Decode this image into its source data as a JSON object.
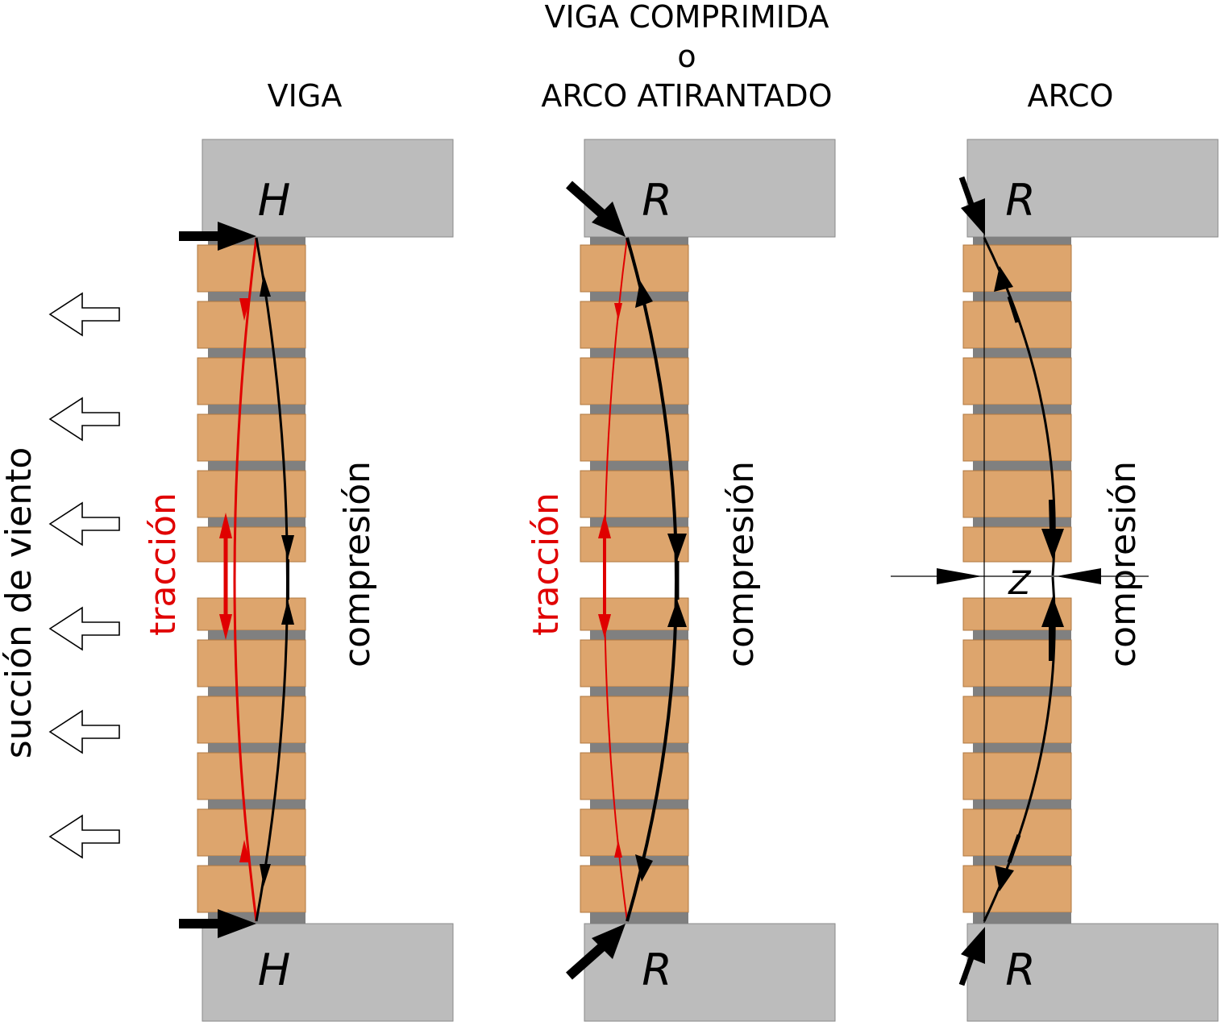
{
  "titles": {
    "viga": "VIGA",
    "viga_comprimida_line1": "VIGA COMPRIMIDA",
    "viga_comprimida_line2": "o",
    "viga_comprimida_line3": "ARCO ATIRANTADO",
    "arco": "ARCO"
  },
  "support_labels": {
    "viga_top": "H",
    "viga_bottom": "H",
    "comprimida_top": "R",
    "comprimida_bottom": "R",
    "arco_top": "R",
    "arco_bottom": "R"
  },
  "force_labels": {
    "viga_tension": "tracción",
    "viga_compression": "compresión",
    "comprimida_tension": "tracción",
    "comprimida_compression": "compresión",
    "arco_compression": "compresión"
  },
  "wind_label": "succión de viento",
  "crack_label": "Z",
  "colors": {
    "tension": "#e00000",
    "compression": "#000000",
    "brick": "#dda56d",
    "mortar": "#808080",
    "support": "#bcbcbc"
  }
}
